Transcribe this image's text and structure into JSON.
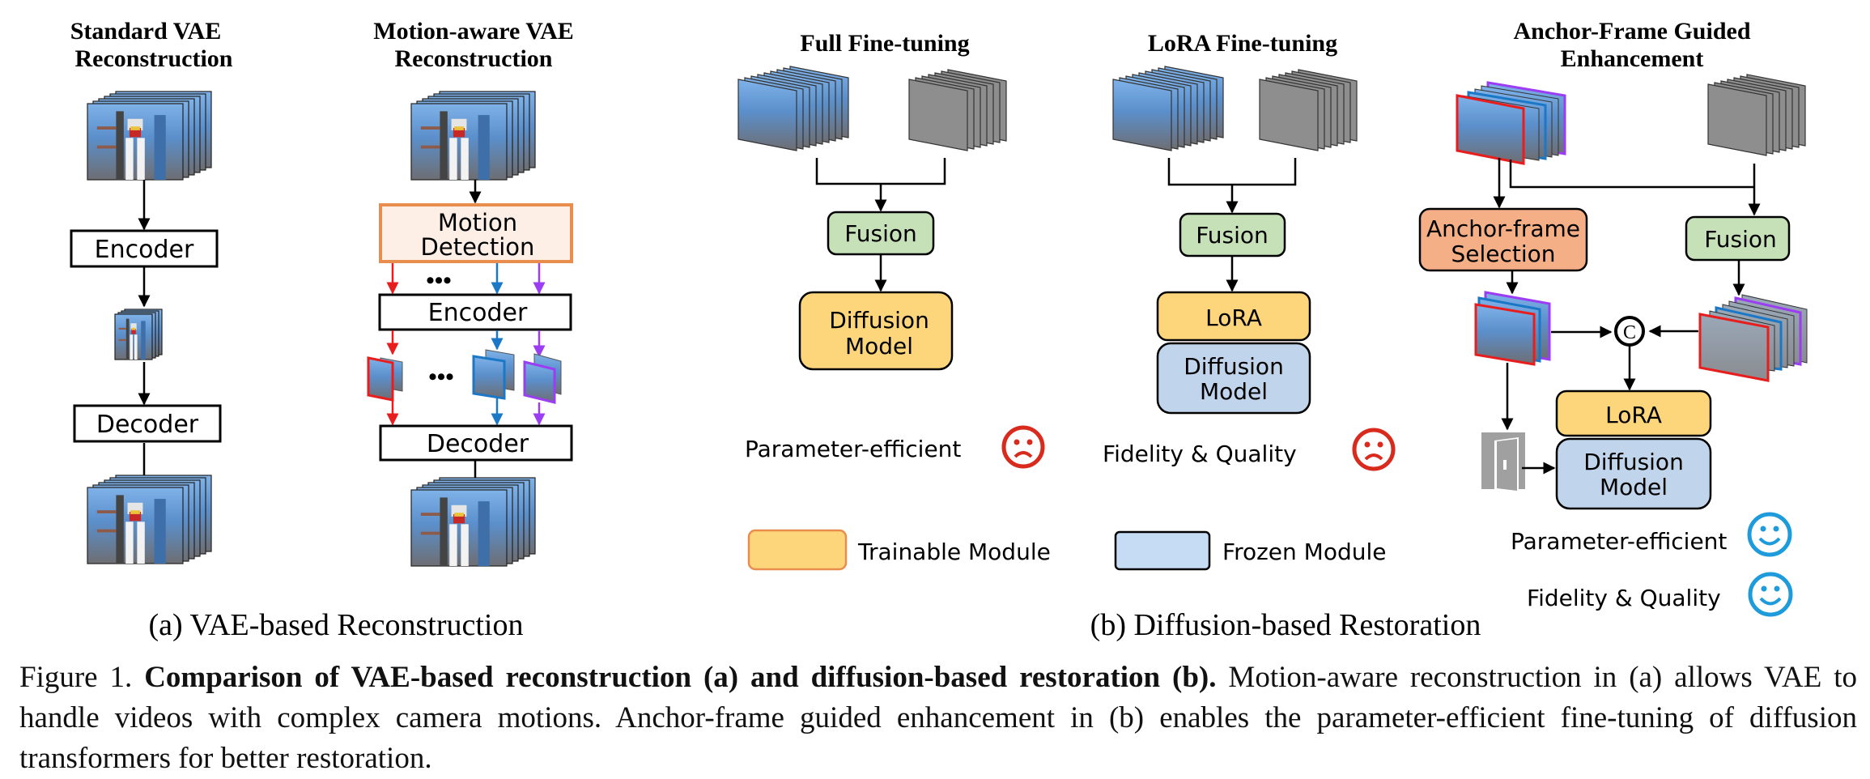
{
  "figure": {
    "panel_a": {
      "label": "(a) VAE-based Reconstruction",
      "standard": {
        "title_line1": "Standard VAE",
        "title_line2": "Reconstruction",
        "encoder": "Encoder",
        "decoder": "Decoder"
      },
      "motion_aware": {
        "title_line1": "Motion-aware VAE",
        "title_line2": "Reconstruction",
        "motion_detection_line1": "Motion",
        "motion_detection_line2": "Detection",
        "encoder": "Encoder",
        "decoder": "Decoder",
        "ellipsis": "•••"
      }
    },
    "panel_b": {
      "label": "(b) Diffusion-based Restoration",
      "full_finetuning": {
        "title": "Full Fine-tuning",
        "fusion": "Fusion",
        "diffusion_line1": "Diffusion",
        "diffusion_line2": "Model",
        "verdict": "Parameter-efficient",
        "verdict_icon": "sad-face-icon"
      },
      "lora_finetuning": {
        "title": "LoRA Fine-tuning",
        "fusion": "Fusion",
        "lora": "LoRA",
        "diffusion_line1": "Diffusion",
        "diffusion_line2": "Model",
        "verdict": "Fidelity & Quality",
        "verdict_icon": "sad-face-icon"
      },
      "anchor_frame": {
        "title_line1": "Anchor-Frame Guided",
        "title_line2": "Enhancement",
        "selection_line1": "Anchor-frame",
        "selection_line2": "Selection",
        "fusion": "Fusion",
        "concat_symbol": "C",
        "lora": "LoRA",
        "diffusion_line1": "Diffusion",
        "diffusion_line2": "Model",
        "verdict1": "Parameter-efficient",
        "verdict2": "Fidelity & Quality",
        "verdict_icon": "happy-face-icon"
      },
      "legend": {
        "trainable": "Trainable Module",
        "frozen": "Frozen Module"
      }
    },
    "colors": {
      "trainable": "#FDD57A",
      "frozen": "#C0D5EC",
      "fusion": "#C6E0B8",
      "anchor_selection": "#F4AF86",
      "motion_detection_fill": "#FDEEE6",
      "motion_detection_border": "#E98D4F",
      "sad": "#D92B1D",
      "happy": "#1E9BDB",
      "red_frame": "#E81E1E",
      "blue_frame": "#1B78C6",
      "purple_frame": "#9B3DF2"
    }
  },
  "caption": {
    "prefix": "Figure 1. ",
    "bold": "Comparison of VAE-based reconstruction (a) and diffusion-based restoration (b).",
    "rest": " Motion-aware reconstruction in (a) allows VAE to handle videos with complex camera motions. Anchor-frame guided enhancement in (b) enables the parameter-efficient fine-tuning of diffusion transformers for better restoration."
  }
}
